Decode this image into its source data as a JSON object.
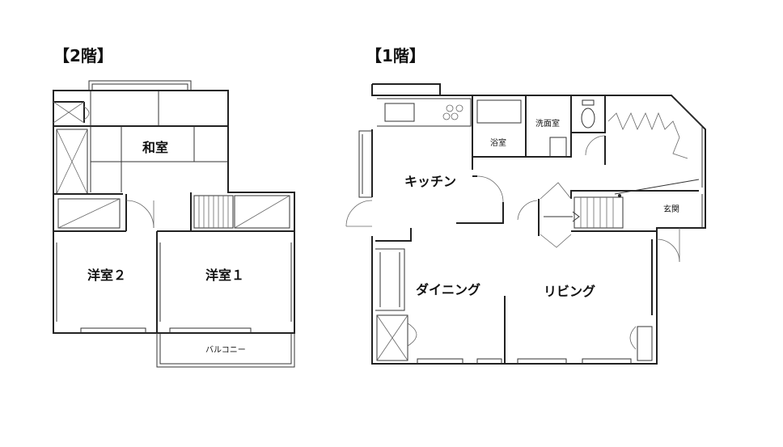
{
  "floors": {
    "second": {
      "title": "【2階】",
      "rooms": {
        "washitsu": "和室",
        "yoshitsu2": "洋室２",
        "yoshitsu1": "洋室１",
        "balcony": "バルコニー"
      }
    },
    "first": {
      "title": "【1階】",
      "rooms": {
        "kitchen": "キッチン",
        "bath": "浴室",
        "washroom": "洗面室",
        "entrance": "玄関",
        "dining": "ダイニング",
        "living": "リビング"
      }
    }
  }
}
